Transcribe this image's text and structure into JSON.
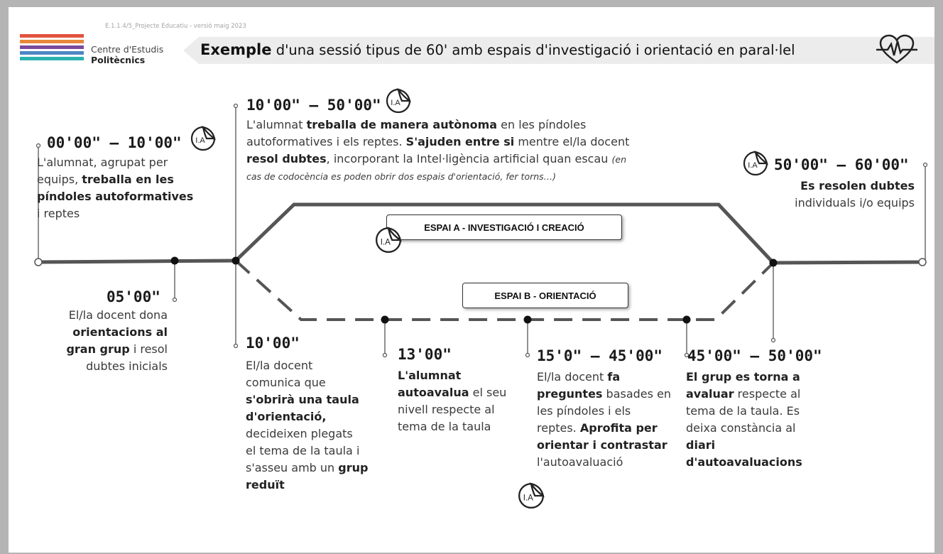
{
  "header": {
    "doc_ref": "E.1.1.4/5_Projecte Educatiu - versió maig 2023",
    "org_line1": "Centre d'Estudis",
    "org_line2": "Politècnics",
    "title_bold": "Exemple",
    "title_rest": " d'una sessió tipus de 60' amb espais d'investigació i orientació en paral·lel",
    "logo_colors": [
      "#e1533d",
      "#e8873a",
      "#7a4b9c",
      "#4e87c4",
      "#2cb1b1"
    ]
  },
  "icons": {
    "ia_label": "I.A",
    "heart": "heart-pulse-icon"
  },
  "spaces": {
    "a": "ESPAI A - INVESTIGACIÓ I CREACIÓ",
    "b": "ESPAI B - ORIENTACIÓ"
  },
  "steps": {
    "s1": {
      "time": "00'00\" – 10'00\"",
      "t1": "L'alumnat, agrupat per",
      "t2": "equips, ",
      "t2b": "treballa en les",
      "t3b": "píndoles autoformatives",
      "t4": "i reptes"
    },
    "s2": {
      "time": "05'00\"",
      "t1": "El/la docent dona",
      "t2b": "orientacions al",
      "t3b": "gran grup",
      "t3": " i resol",
      "t4": "dubtes inicials"
    },
    "s3": {
      "time": "10'00\" – 50'00\"",
      "t1": "L'alumnat ",
      "t1b": "treballa de manera autònoma",
      "t1c": " en les píndoles",
      "t2": "autoformatives i els reptes. ",
      "t2b": "S'ajuden entre si",
      "t2c": " mentre el/la docent",
      "t3b": "resol dubtes",
      "t3": ", incorporant la Intel·ligència artificial quan escau ",
      "t3n": "(en",
      "t4n": "cas de codocència es poden obrir dos espais d'orientació, fer torns…)"
    },
    "s4": {
      "time": "10'00\"",
      "l1": "El/la docent",
      "l2": "comunica que",
      "l3b": "s'obrirà una taula",
      "l4b": "d'orientació,",
      "l5": "decideixen plegats",
      "l6": "el tema de la taula i",
      "l7": "s'asseu amb un ",
      "l7b": "grup",
      "l8b": "reduït"
    },
    "s5": {
      "time": "13'00\"",
      "l1b": "L'alumnat",
      "l2b": "autoavalua",
      "l2": " el seu",
      "l3": "nivell respecte al",
      "l4": "tema de la taula"
    },
    "s6": {
      "time": "15'0\" – 45'00\"",
      "l1": "El/la docent ",
      "l1b": "fa",
      "l2b": "preguntes",
      "l2": " basades en",
      "l3": "les píndoles i els",
      "l4": "reptes. ",
      "l4b": "Aprofita per",
      "l5b": "orientar i  contrastar",
      "l6": "l'autoavaluació"
    },
    "s7": {
      "time": "45'00\" – 50'00\"",
      "l1b": "El grup es torna a",
      "l2b": "avaluar",
      "l2": " respecte al",
      "l3": "tema de la taula. Es",
      "l4": "deixa constància al",
      "l5b": "diari",
      "l6b": "d'autoavaluacions"
    },
    "s8": {
      "time": "50'00\" – 60'00\"",
      "l1b": "Es resolen dubtes",
      "l2": "individuals i/o equips"
    }
  }
}
